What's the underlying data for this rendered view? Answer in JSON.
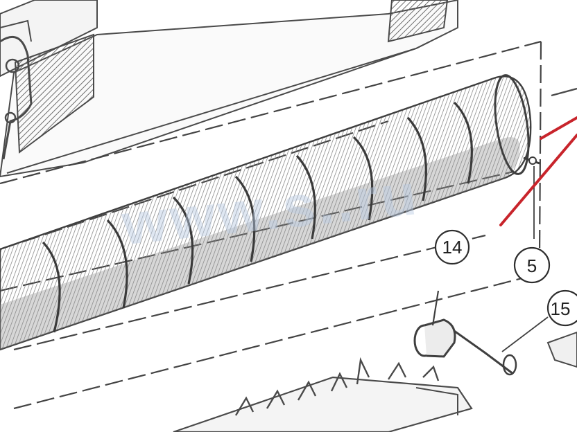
{
  "diagram": {
    "callouts": [
      {
        "id": "14",
        "label": "14"
      },
      {
        "id": "5",
        "label": "5"
      },
      {
        "id": "15",
        "label": "15"
      }
    ],
    "watermark": "www.s..ru",
    "colors": {
      "line": "#4a4a4a",
      "hatch": "#7a7a7a",
      "fill_dark": "#8c8c8c",
      "annotation_red": "#c8242b",
      "watermark": "#b9cbe3"
    }
  }
}
